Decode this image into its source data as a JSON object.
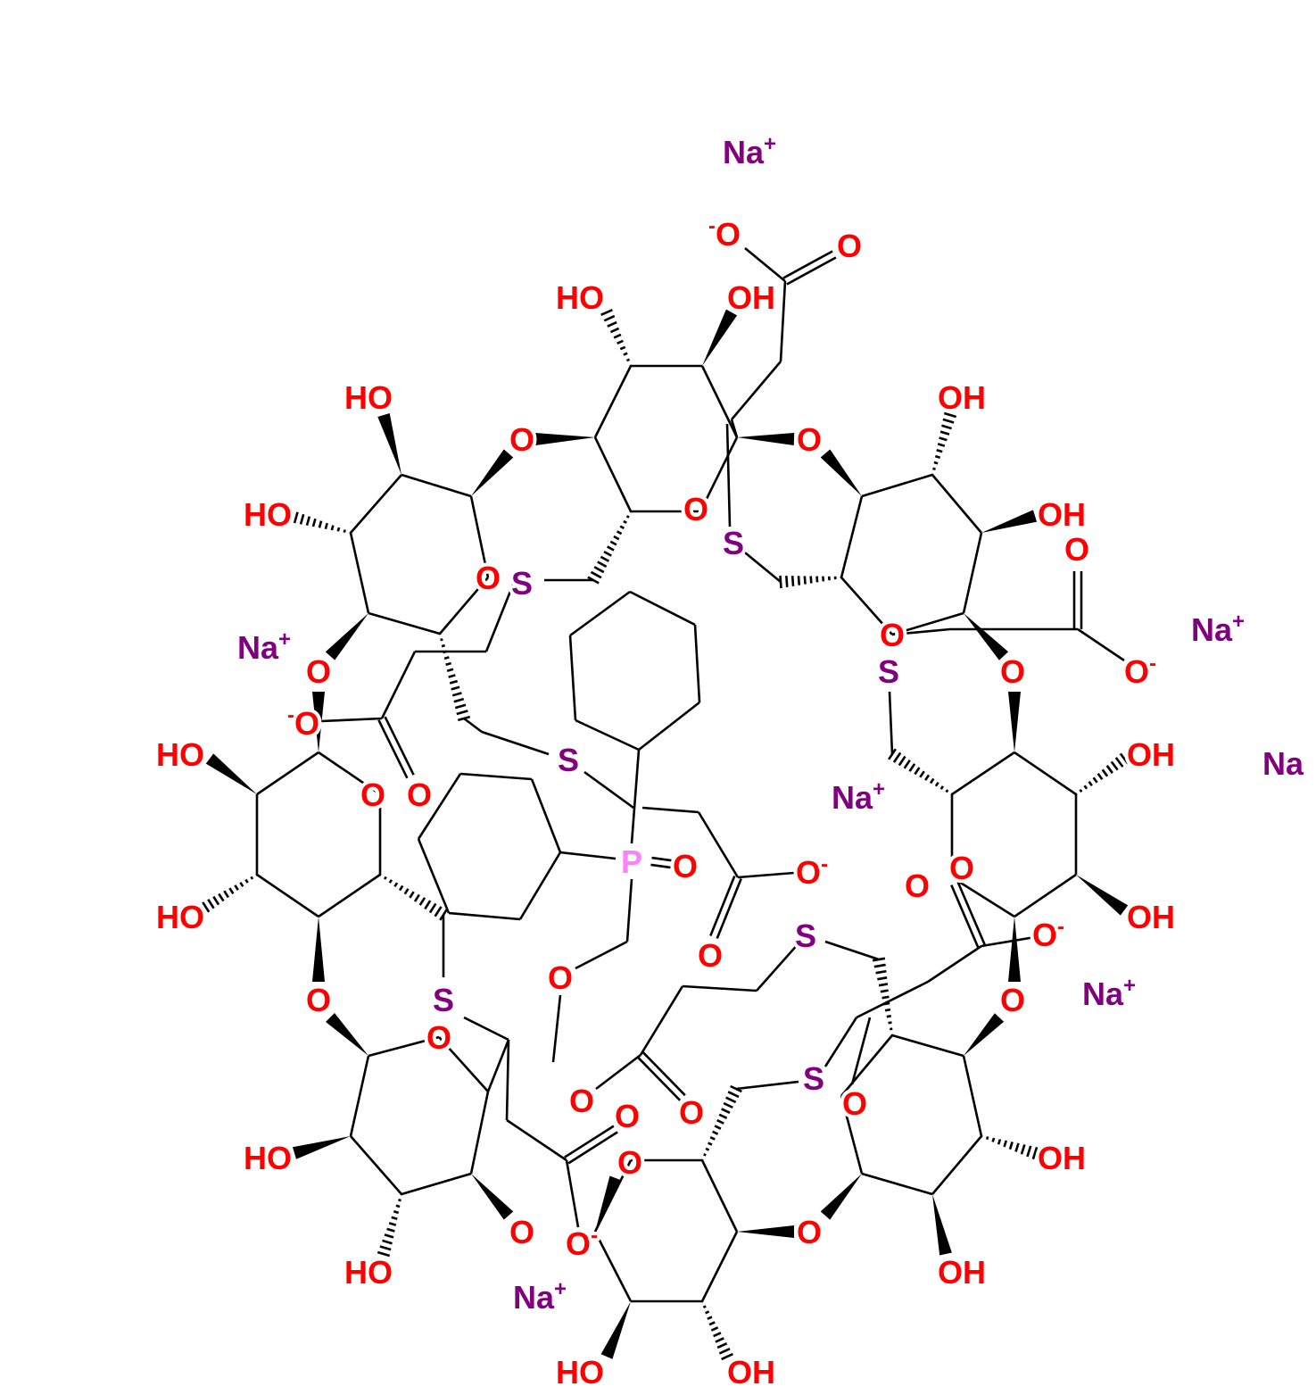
{
  "colors": {
    "Na": "#800080",
    "S": "#800080",
    "O": "#ff0000",
    "HO": "#ff0000",
    "OH": "#ff0000",
    "P": "#ff80ff",
    "bond": "#000000"
  },
  "atoms": [
    {
      "label": "Na",
      "charge": "+"
    },
    {
      "label": "O",
      "charge": "-",
      "charge_before": true
    },
    {
      "label": "O"
    },
    {
      "label": "HO"
    },
    {
      "label": "OH"
    },
    {
      "label": "HO"
    },
    {
      "label": "OH"
    },
    {
      "label": "O"
    },
    {
      "label": "O"
    },
    {
      "label": "HO"
    },
    {
      "label": "O"
    },
    {
      "label": "S"
    },
    {
      "label": "OH"
    },
    {
      "label": "O"
    },
    {
      "label": "O"
    },
    {
      "label": "S"
    },
    {
      "label": "Na",
      "charge": "+"
    },
    {
      "label": "O"
    },
    {
      "label": "Na",
      "charge": "+"
    },
    {
      "label": "O"
    },
    {
      "label": "S"
    },
    {
      "label": "O"
    },
    {
      "label": "O",
      "charge": "-"
    },
    {
      "label": "O",
      "charge": "-",
      "charge_before": true
    },
    {
      "label": "HO"
    },
    {
      "label": "S"
    },
    {
      "label": "OH"
    },
    {
      "label": "Na"
    },
    {
      "label": "O"
    },
    {
      "label": "O"
    },
    {
      "label": "Na",
      "charge": "+"
    },
    {
      "label": "P"
    },
    {
      "label": "O"
    },
    {
      "label": "O",
      "charge": "-"
    },
    {
      "label": "O"
    },
    {
      "label": "O"
    },
    {
      "label": "HO"
    },
    {
      "label": "OH"
    },
    {
      "label": "S"
    },
    {
      "label": "O",
      "charge": "-"
    },
    {
      "label": "O"
    },
    {
      "label": "O"
    },
    {
      "label": "S"
    },
    {
      "label": "O"
    },
    {
      "label": "O"
    },
    {
      "label": "Na",
      "charge": "+"
    },
    {
      "label": "O"
    },
    {
      "label": "S"
    },
    {
      "label": "O"
    },
    {
      "label": "O"
    },
    {
      "label": "O"
    },
    {
      "label": "O"
    },
    {
      "label": "HO"
    },
    {
      "label": "OH"
    },
    {
      "label": "O"
    },
    {
      "label": "O"
    },
    {
      "label": "O",
      "charge": "-"
    },
    {
      "label": "O"
    },
    {
      "label": "HO"
    },
    {
      "label": "OH"
    },
    {
      "label": "Na",
      "charge": "+"
    },
    {
      "label": "HO"
    },
    {
      "label": "OH"
    }
  ]
}
